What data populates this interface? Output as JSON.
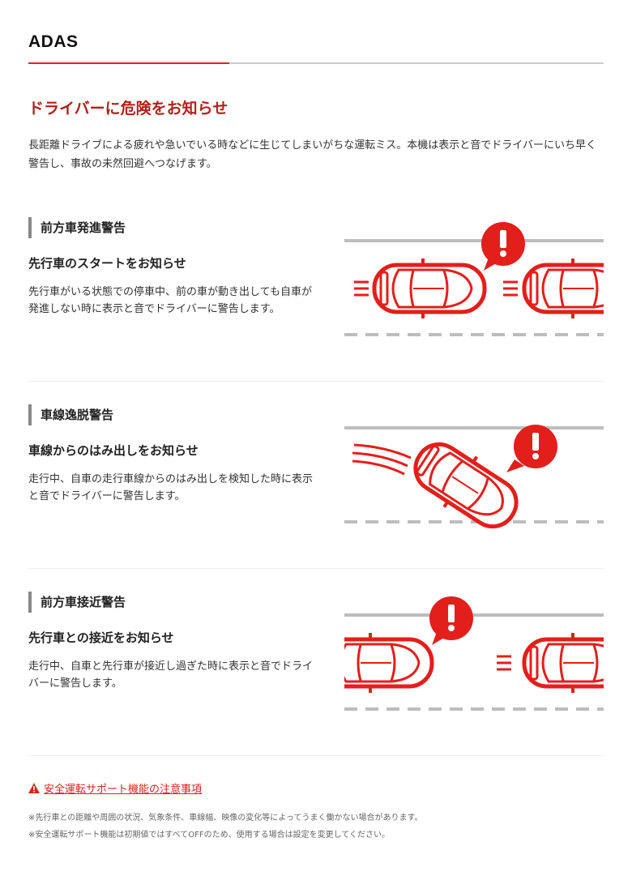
{
  "page": {
    "title": "ADAS",
    "heading": "ドライバーに危険をお知らせ",
    "intro": "長距離ドライブによる疲れや急いでいる時などに生じてしまいがちな運転ミス。本機は表示と音でドライバーにいち早く警告し、事故の未然回避へつなげます。"
  },
  "sections": [
    {
      "title": "前方車発進警告",
      "subtitle": "先行車のスタートをお知らせ",
      "description": "先行車がいる状態での停車中、前の車が動き出しても自車が発進しない時に表示と音でドライバーに警告します。",
      "illustration": "front-car-start-icon"
    },
    {
      "title": "車線逸脱警告",
      "subtitle": "車線からのはみ出しをお知らせ",
      "description": "走行中、自車の走行車線からのはみ出しを検知した時に表示と音でドライバーに警告します。",
      "illustration": "lane-departure-icon"
    },
    {
      "title": "前方車接近警告",
      "subtitle": "先行車との接近をお知らせ",
      "description": "走行中、自車と先行車が接近し過ぎた時に表示と音でドライバーに警告します。",
      "illustration": "front-collision-icon"
    }
  ],
  "notice": {
    "link_text": "安全運転サポート機能の注意事項",
    "icon": "warning-triangle-icon"
  },
  "notes": [
    "※先行車との距離や周囲の状況、気象条件、車線幅、映像の変化等によってうまく働かない場合があります。",
    "※安全運転サポート機能は初期値ではすべてOFFのため、使用する場合は設定を変更してください。"
  ],
  "colors": {
    "accent": "#d7261e",
    "heading": "#b3201b",
    "road": "#bdbdbd"
  }
}
